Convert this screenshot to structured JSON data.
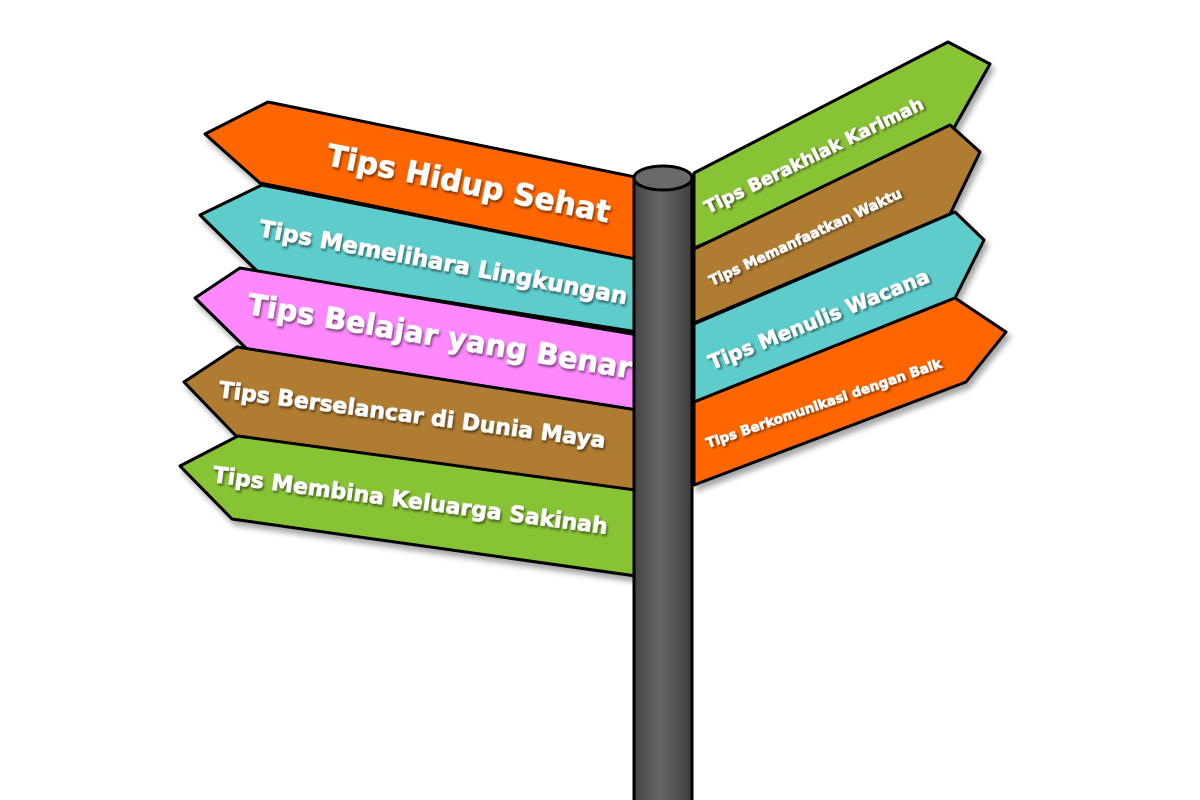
{
  "signs_left": [
    {
      "label": "Tips Hidup Sehat",
      "color": "#ff6600"
    },
    {
      "label": "Tips Memelihara Lingkungan",
      "color": "#5ecccc"
    },
    {
      "label": "Tips Belajar yang Benar",
      "color": "#ff88ff"
    },
    {
      "label": "Tips Berselancar di Dunia Maya",
      "color": "#b07c33"
    },
    {
      "label": "Tips Membina Keluarga Sakinah",
      "color": "#88c234"
    }
  ],
  "signs_right": [
    {
      "label": "Tips Berakhlak Karimah",
      "color": "#88c234"
    },
    {
      "label": "Tips Memanfaatkan Waktu",
      "color": "#b07c33"
    },
    {
      "label": "Tips Menulis Wacana",
      "color": "#5ecccc"
    },
    {
      "label": "Tips Berkomunikasi dengan Baik",
      "color": "#ff6600"
    }
  ],
  "post_color": "#5a5a5a"
}
